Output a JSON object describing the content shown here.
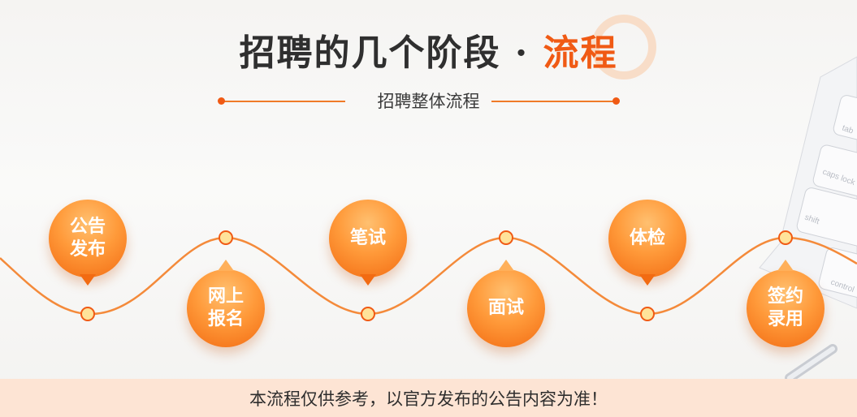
{
  "title": {
    "main": "招聘的几个阶段 · ",
    "accent": "流程"
  },
  "subtitle": "招聘整体流程",
  "stages": [
    {
      "label": "公告\n发布"
    },
    {
      "label": "网上\n报名"
    },
    {
      "label": "笔试"
    },
    {
      "label": "面试"
    },
    {
      "label": "体检"
    },
    {
      "label": "签约\n录用"
    }
  ],
  "keyboard_keys": [
    "tab",
    "caps lock",
    "shift",
    "control"
  ],
  "footer_note": "本流程仅供参考，以官方发布的公告内容为准！",
  "colors": {
    "accent": "#f05a14",
    "bubble": "#ff9a3a",
    "footer_bg": "#fde4d4"
  }
}
